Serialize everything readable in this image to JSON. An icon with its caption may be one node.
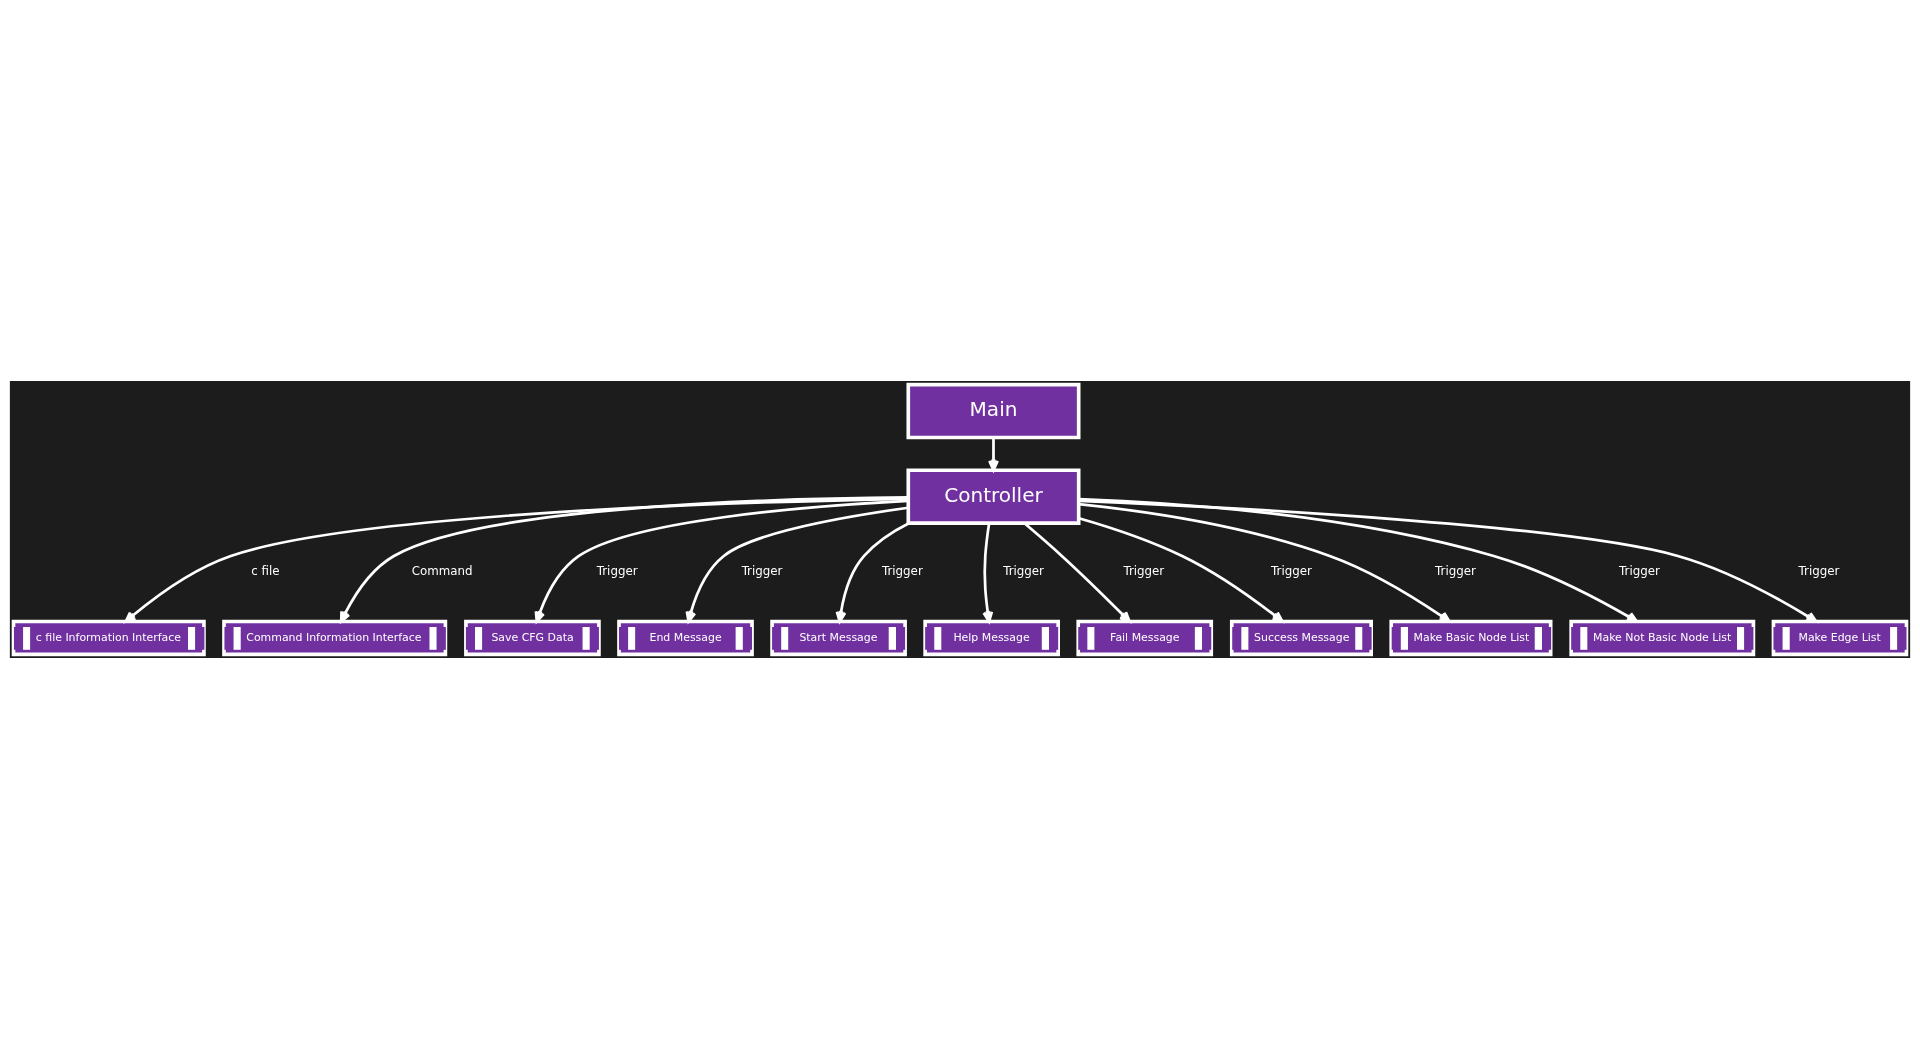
{
  "diagram": {
    "nodes": [
      {
        "text": [
          "Main"
        ]
      },
      {
        "text": [
          "Controller"
        ]
      },
      {
        "text": [
          "c file Information Interface"
        ]
      },
      {
        "text": [
          "Command Information Interface"
        ]
      },
      {
        "text": [
          "Save CFG Data"
        ]
      },
      {
        "text": [
          "End Message"
        ]
      },
      {
        "text": [
          "Start Message"
        ]
      },
      {
        "text": [
          "Help Message"
        ]
      },
      {
        "text": [
          "Fail Message"
        ]
      },
      {
        "text": [
          "Success Message"
        ]
      },
      {
        "text": [
          "Make Basic Node List"
        ]
      },
      {
        "text": [
          "Make Not Basic Node List"
        ]
      },
      {
        "text": [
          "Make Edge List"
        ]
      }
    ],
    "edges": [
      {
        "from": 0,
        "to": 1,
        "arrow": "to"
      },
      {
        "from": 1,
        "to": 2,
        "arrow": "to"
      },
      {
        "from": 1,
        "to": 3,
        "arrow": "to"
      },
      {
        "from": 1,
        "to": 12,
        "arrow": "to"
      },
      {
        "from": 1,
        "to": 11,
        "arrow": "to"
      },
      {
        "from": 1,
        "to": 10,
        "arrow": "to"
      },
      {
        "from": 1,
        "to": 4,
        "arrow": "to"
      },
      {
        "from": 1,
        "to": 5,
        "arrow": "to"
      },
      {
        "from": 1,
        "to": 6,
        "arrow": "to"
      },
      {
        "from": 1,
        "to": 7,
        "arrow": "to"
      },
      {
        "from": 1,
        "to": 8,
        "arrow": "to"
      },
      {
        "from": 1,
        "to": 9,
        "arrow": "to"
      }
    ],
    "labels": [
      "c file",
      "Command",
      "Trigger",
      "Trigger",
      "Trigger",
      "Trigger",
      "Trigger",
      "Trigger",
      "Trigger",
      "Trigger",
      "Trigger"
    ]
  }
}
